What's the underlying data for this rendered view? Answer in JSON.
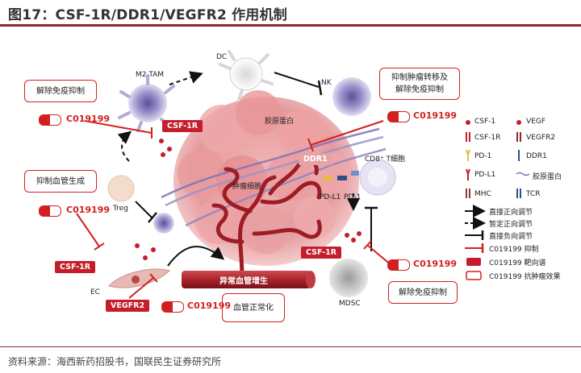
{
  "title": "图17：CSF-1R/DDR1/VEGFR2 作用机制",
  "source": "资料来源：海西新药招股书，国联民生证券研究所",
  "boxes": {
    "relieve_suppression_top": "解除免疫抑制",
    "inhibit_angiogenesis": "抑制血管生成",
    "inhibit_metastasis": "抑制肿瘤转移及\n解除免疫抑制",
    "vessel_normalization": "血管正常化",
    "relieve_suppression_bottom": "解除免疫抑制"
  },
  "drug": "C019199",
  "tags": {
    "csf1r_mid": "CSF-1R",
    "ddr1": "DDR1",
    "csf1r_left": "CSF-1R",
    "vegfr2": "VEGFR2",
    "csf1r_right": "CSF-1R",
    "vessel": "异常血管增生"
  },
  "cells": {
    "m2tam": "M2 TAM",
    "dc": "DC",
    "nk": "NK",
    "treg": "Treg",
    "ec": "EC",
    "mdsc": "MDSC",
    "tumor": "肿瘤细胞",
    "collagen": "胶原蛋白",
    "tcell": "CD8⁺ T细胞",
    "pdl1": "PD-L1",
    "pd1": "PD-1"
  },
  "legend": {
    "csf1": "CSF-1",
    "vegf": "VEGF",
    "csf1r": "CSF-1R",
    "vegfr2": "VEGFR2",
    "pd1": "PD-1",
    "ddr1": "DDR1",
    "pdl1": "PD-L1",
    "collagen": "胶原蛋白",
    "mhc": "MHC",
    "tcr": "TCR",
    "direct_pos": "直接正向调节",
    "pause_pos": "暂定正向调节",
    "direct_neg": "直接负向调节",
    "inhibit": "C019199 抑制",
    "target": "C019199 靶向谱",
    "effect": "C019199 抗肿瘤效果"
  },
  "colors": {
    "accent": "#d22020",
    "tag": "#c41e2c",
    "tumor": "#e9a0a0",
    "vessel": "#a8232a",
    "cell": "#b7b0d8"
  }
}
